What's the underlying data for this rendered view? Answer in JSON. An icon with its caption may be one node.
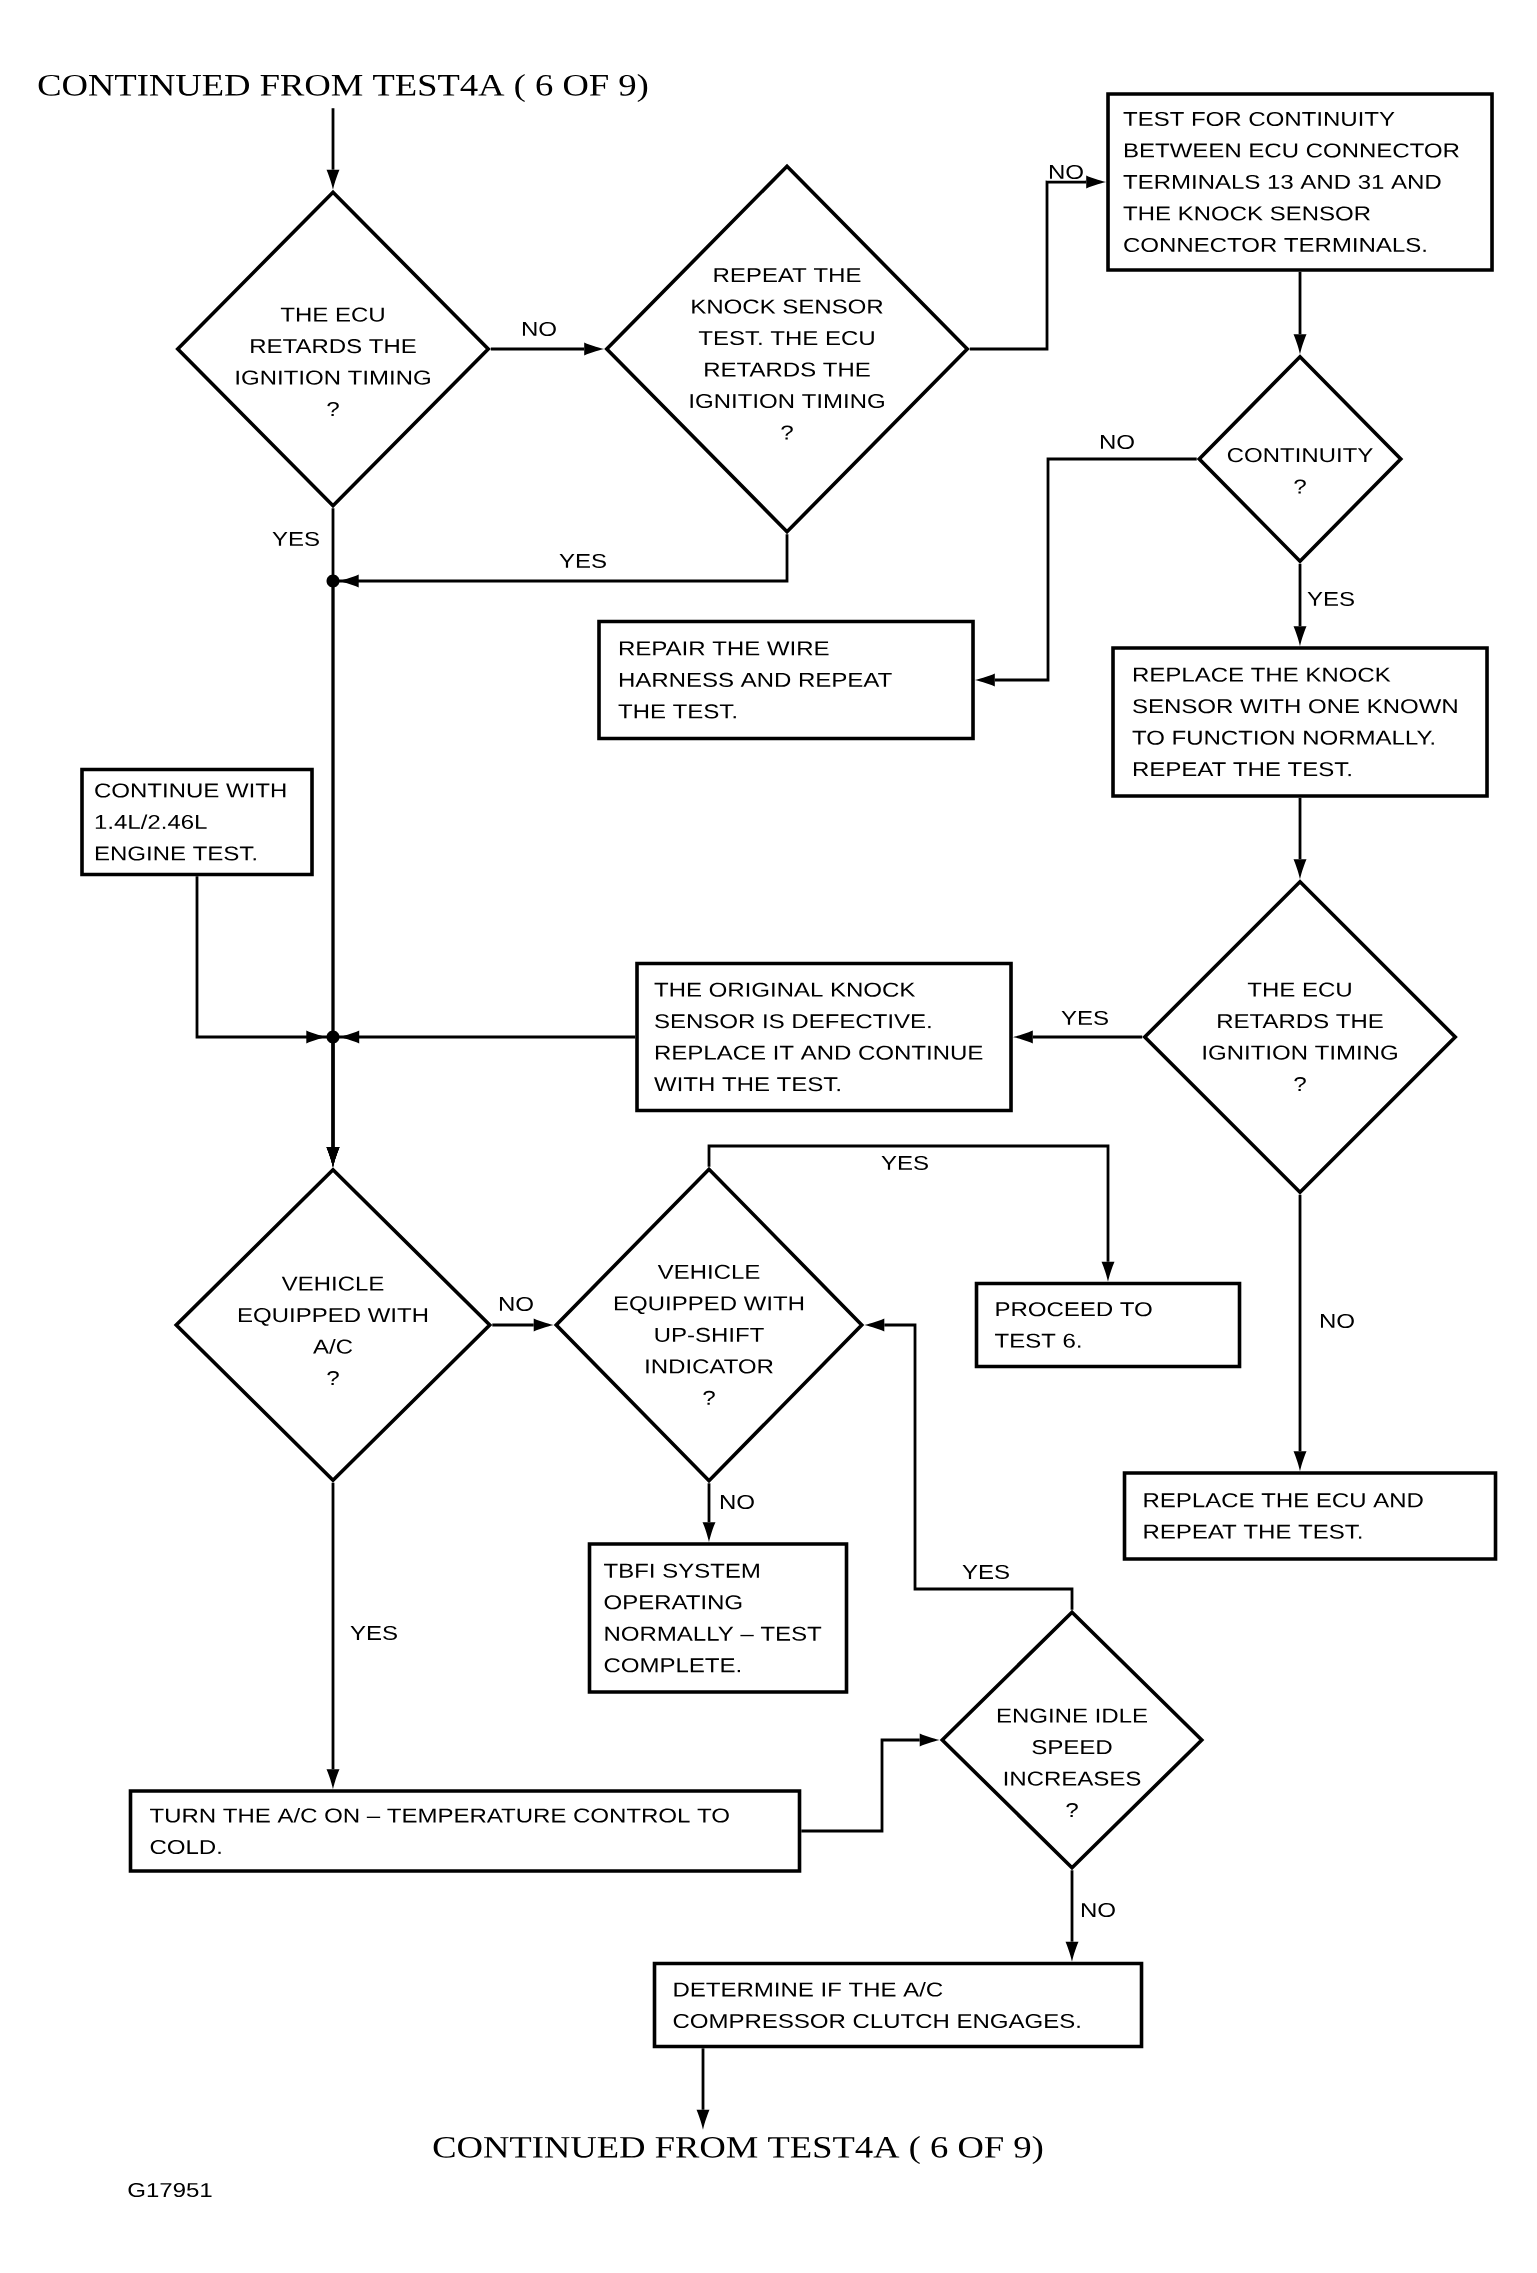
{
  "diagram": {
    "nodes": [
      {
        "text": [
          "CONTINUED FROM TEST4A ( 6 OF 9)"
        ]
      },
      {
        "text": [
          "THE ECU RETARDS THE IGNITION TIMING",
          "?"
        ]
      },
      {
        "text": [
          "REPEAT THE KNOCK SENSOR TEST. THE ECU RETARDS THE IGNITION TIMING",
          "?"
        ]
      },
      {
        "text": [
          "TEST FOR CONTINUITY BETWEEN ECU CONNECTOR TERMINALS 13 AND 31 AND THE KNOCK SENSOR CONNECTOR TERMINALS."
        ]
      },
      {
        "text": [
          "CONTINUITY",
          "?"
        ]
      },
      {
        "text": [
          "REPAIR THE WIRE HARNESS AND REPEAT THE TEST."
        ]
      },
      {
        "text": [
          "REPLACE THE KNOCK SENSOR WITH ONE KNOWN TO FUNCTION NORMALLY. REPEAT THE TEST."
        ]
      },
      {
        "text": [
          "CONTINUE WITH 1.4L/2.46L ENGINE TEST."
        ]
      },
      {
        "text": [
          "THE ORIGINAL KNOCK SENSOR IS DEFECTIVE. REPLACE IT AND CONTINUE WITH THE TEST."
        ]
      },
      {
        "text": [
          "THE ECU RETARDS THE IGNITION TIMING",
          "?"
        ]
      },
      {
        "text": [
          "VEHICLE EQUIPPED WITH A/C",
          "?"
        ]
      },
      {
        "text": [
          "VEHICLE EQUIPPED WITH UP-SHIFT INDICATOR",
          "?"
        ]
      },
      {
        "text": [
          "PROCEED TO TEST 6."
        ]
      },
      {
        "text": [
          "REPLACE THE ECU AND REPEAT THE TEST."
        ]
      },
      {
        "text": [
          "TBFI SYSTEM OPERATING NORMALLY – TEST COMPLETE."
        ]
      },
      {
        "text": [
          "ENGINE IDLE SPEED INCREASES",
          "?"
        ]
      },
      {
        "text": [
          "TURN THE A/C ON – TEMPERATURE CONTROL TO COLD."
        ]
      },
      {
        "text": [
          "DETERMINE IF THE A/C COMPRESSOR CLUTCH ENGAGES."
        ]
      },
      {
        "text": [
          "CONTINUED FROM TEST4A ( 6 OF 9)"
        ]
      }
    ],
    "edges": [
      {
        "from": 0,
        "to": 1,
        "arrow": "to"
      },
      {
        "from": 1,
        "to": 2,
        "arrow": "to",
        "label": "NO"
      },
      {
        "from": 2,
        "to": 3,
        "arrow": "to",
        "label": "NO"
      },
      {
        "from": 3,
        "to": 4,
        "arrow": "to"
      },
      {
        "from": 4,
        "to": 5,
        "arrow": "to",
        "label": "NO"
      },
      {
        "from": 4,
        "to": 6,
        "arrow": "to",
        "label": "YES"
      },
      {
        "from": 6,
        "to": 9,
        "arrow": "to"
      },
      {
        "from": 9,
        "to": 8,
        "arrow": "to",
        "label": "YES"
      },
      {
        "from": 9,
        "to": 13,
        "arrow": "to",
        "label": "NO"
      },
      {
        "from": 1,
        "to": 10,
        "arrow": "to",
        "label": "YES"
      },
      {
        "from": 2,
        "to": 10,
        "arrow": "to",
        "label": "YES"
      },
      {
        "from": 7,
        "to": 10,
        "arrow": "to"
      },
      {
        "from": 8,
        "to": 10,
        "arrow": "to"
      },
      {
        "from": 10,
        "to": 11,
        "arrow": "to",
        "label": "NO"
      },
      {
        "from": 11,
        "to": 12,
        "arrow": "to",
        "label": "YES"
      },
      {
        "from": 11,
        "to": 14,
        "arrow": "to",
        "label": "NO"
      },
      {
        "from": 10,
        "to": 16,
        "arrow": "to",
        "label": "YES"
      },
      {
        "from": 16,
        "to": 15,
        "arrow": "to"
      },
      {
        "from": 15,
        "to": 11,
        "arrow": "to",
        "label": "YES"
      },
      {
        "from": 15,
        "to": 17,
        "arrow": "to",
        "label": "NO"
      },
      {
        "from": 17,
        "to": 18,
        "arrow": "to"
      }
    ],
    "labels": [
      "G17951"
    ]
  }
}
